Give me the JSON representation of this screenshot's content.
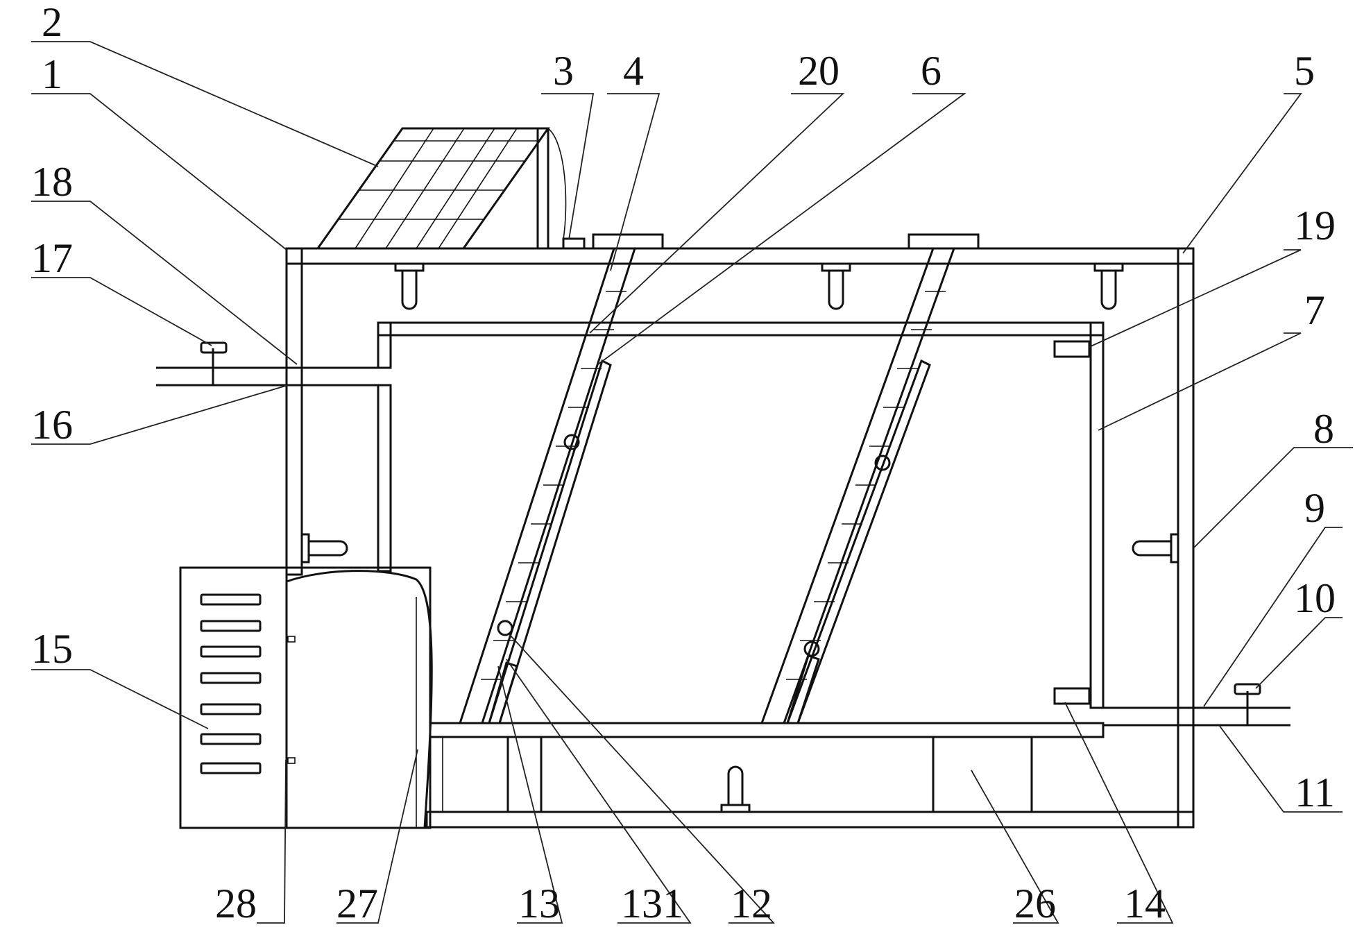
{
  "labels": {
    "l1": "1",
    "l2": "2",
    "l3": "3",
    "l4": "4",
    "l5": "5",
    "l6": "6",
    "l7": "7",
    "l8": "8",
    "l9": "9",
    "l10": "10",
    "l11": "11",
    "l12": "12",
    "l13": "13",
    "l131": "131",
    "l14": "14",
    "l15": "15",
    "l16": "16",
    "l17": "17",
    "l18": "18",
    "l19": "19",
    "l20": "20",
    "l26": "26",
    "l27": "27",
    "l28": "28"
  }
}
